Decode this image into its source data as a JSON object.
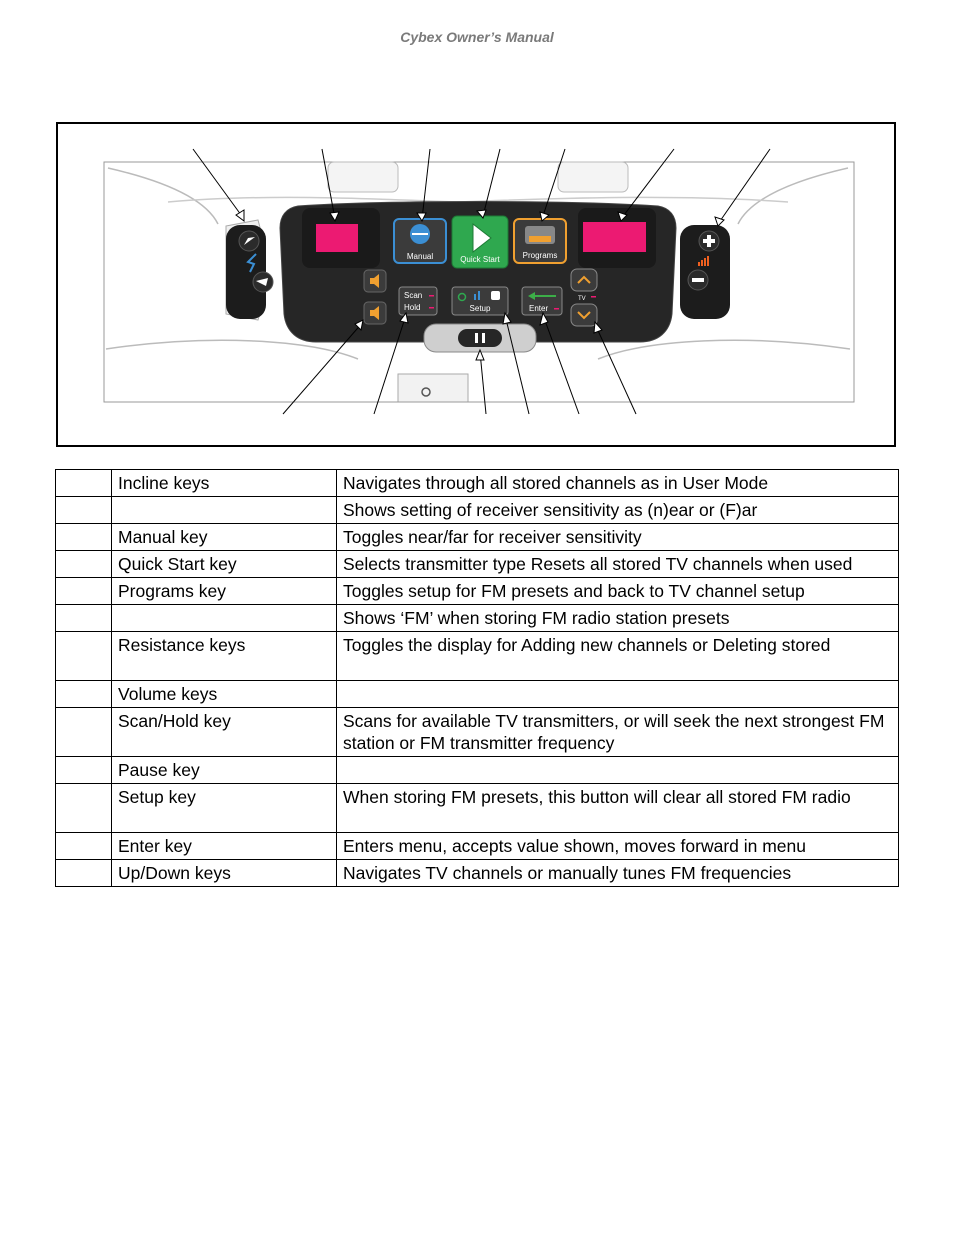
{
  "header": {
    "title": "Cybex Owner’s Manual"
  },
  "console": {
    "manual_label": "Manual",
    "quick_start_label": "Quick Start",
    "programs_label": "Programs",
    "scan_label": "Scan",
    "hold_label": "Hold",
    "setup_label": "Setup",
    "enter_label": "Enter",
    "tv_label": "TV"
  },
  "colors": {
    "display_magenta": "#ec1a72",
    "quick_start_green": "#2fa84f",
    "manual_blue": "#3b8fd4",
    "programs_orange": "#f0a030",
    "enter_green": "#3cae48"
  },
  "table": {
    "rows": [
      {
        "name": "Incline keys",
        "desc": "Navigates through all stored channels as in User Mode"
      },
      {
        "name": "",
        "desc": "Shows setting of receiver sensitivity as (n)ear or (F)ar"
      },
      {
        "name": "Manual key",
        "desc": "Toggles near/far for receiver sensitivity"
      },
      {
        "name": "Quick Start key",
        "desc": "Selects transmitter type Resets all stored TV channels when used"
      },
      {
        "name": "Programs key",
        "desc": "Toggles setup for FM presets and back to TV channel setup"
      },
      {
        "name": "",
        "desc": "Shows ‘FM’ when storing FM radio station presets"
      },
      {
        "name": "Resistance keys",
        "desc": "Toggles the display for Adding new channels or Deleting stored"
      },
      {
        "name": "Volume keys",
        "desc": ""
      },
      {
        "name": "Scan/Hold key",
        "desc": "Scans for available TV transmitters, or will seek the next strongest FM station or FM transmitter frequency"
      },
      {
        "name": "Pause key",
        "desc": ""
      },
      {
        "name": "Setup key",
        "desc": "When storing FM presets, this button will clear all stored FM radio"
      },
      {
        "name": "Enter key",
        "desc": "Enters menu, accepts value shown, moves forward in menu"
      },
      {
        "name": "Up/Down keys",
        "desc": "Navigates TV channels or manually tunes FM frequencies"
      }
    ]
  }
}
